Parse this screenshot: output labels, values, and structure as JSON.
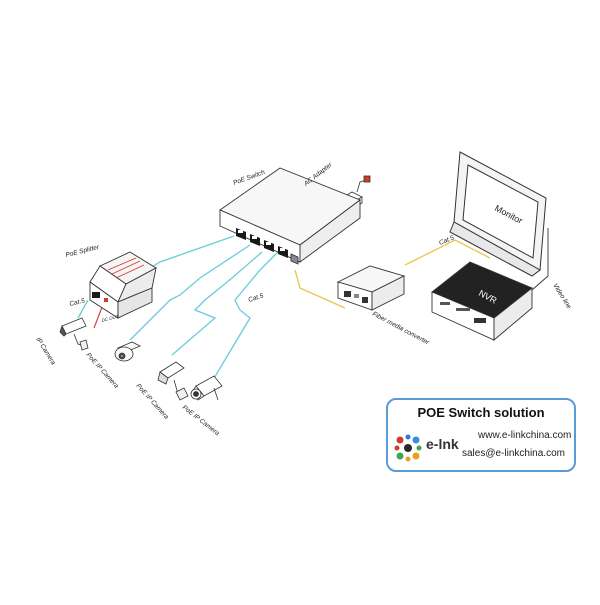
{
  "labels": {
    "poe_switch": "PoE Switch",
    "ac_adapter": "AC Adapter",
    "poe_splitter": "PoE Splitter",
    "cat5_splitter": "Cat.5",
    "dc_out": "DC OUT",
    "ip_camera": "IP Camera",
    "poe_ip_camera_1": "PoE IP Camera",
    "poe_ip_camera_2": "PoE IP Camera",
    "poe_ip_camera_3": "PoE IP Camera",
    "cat5_middle": "Cat.5",
    "cat5_top": "Cat.5",
    "fiber_media_converter": "Fiber media converter",
    "monitor": "Monitor",
    "nvr": "NVR",
    "video_line": "Video line"
  },
  "infobox": {
    "title": "POE Switch solution",
    "brand": "e-lnk",
    "website": "www.e-linkchina.com",
    "email": "sales@e-linkchina.com"
  },
  "colors": {
    "cat5_cable": "#66cdd8",
    "fiber_cable": "#e8c84a",
    "dc_cable": "#d23a2a",
    "outline": "#333333",
    "box_border": "#5b9bd5"
  }
}
